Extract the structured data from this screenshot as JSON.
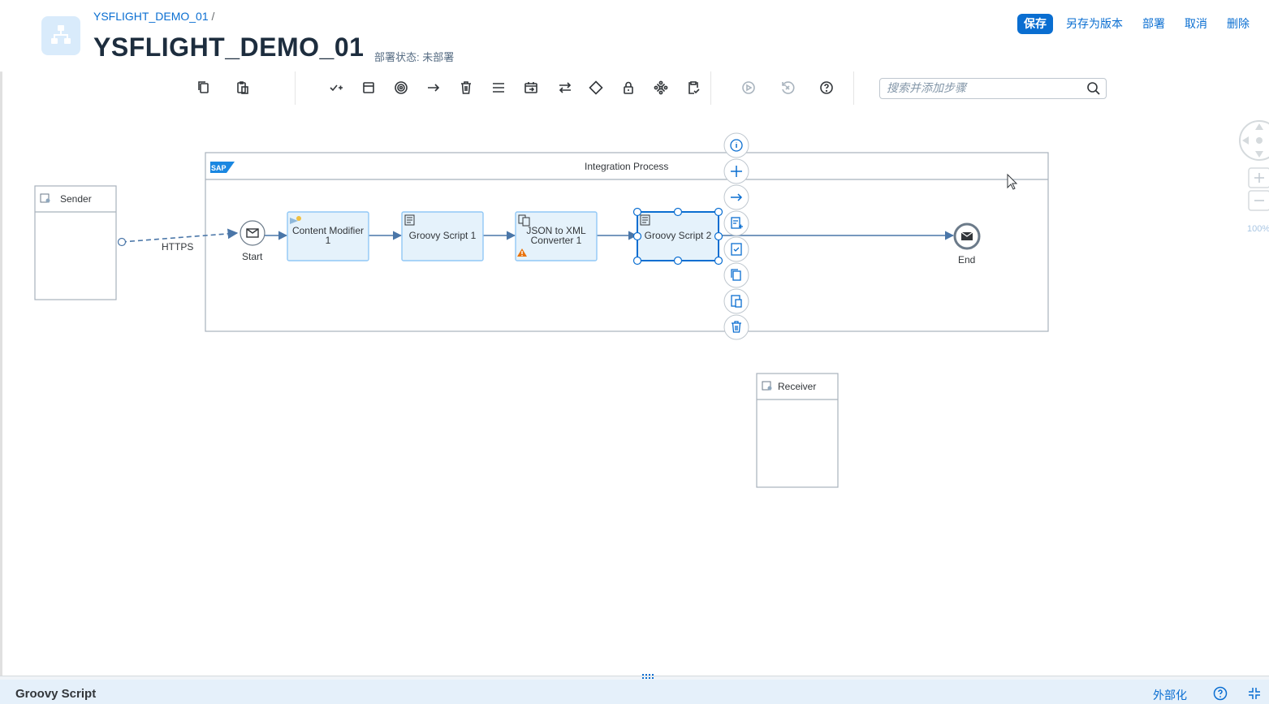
{
  "header": {
    "breadcrumb": "YSFLIGHT_DEMO_01",
    "breadcrumb_sep": "/",
    "title": "YSFLIGHT_DEMO_01",
    "deploy_status": "部署状态: 未部署",
    "buttons": {
      "save": "保存",
      "save_as_version": "另存为版本",
      "deploy": "部署",
      "cancel": "取消",
      "delete": "删除"
    }
  },
  "toolbar": {
    "search_placeholder": "搜索并添加步骤",
    "icons": [
      "copy-icon",
      "paste-icon",
      "validate-icon",
      "participant-icon",
      "events-icon",
      "connector-icon",
      "delete-icon",
      "menu-icon",
      "call-icon",
      "routing-icon",
      "diamond-icon",
      "lock-icon",
      "mapping-icon",
      "clipboard-check-icon",
      "run-icon",
      "restore-icon",
      "help-icon"
    ]
  },
  "diagram": {
    "pool_label": "Integration Process",
    "sap_logo": "SAP",
    "sender": "Sender",
    "receiver": "Receiver",
    "connection_label": "HTTPS",
    "start": "Start",
    "end": "End",
    "steps": [
      {
        "line1": "Content Modifier",
        "line2": "1"
      },
      {
        "line1": "Groovy Script 1",
        "line2": ""
      },
      {
        "line1": "JSON to XML",
        "line2": "Converter 1"
      },
      {
        "line1": "Groovy Script 2",
        "line2": ""
      }
    ],
    "zoom": "100%",
    "context_actions": [
      "info-icon",
      "add-icon",
      "connect-icon",
      "add-step-icon",
      "validate-icon",
      "copy-icon",
      "paste-icon",
      "delete-icon"
    ]
  },
  "bottom": {
    "title": "Groovy Script",
    "externalize": "外部化"
  },
  "colors": {
    "accent": "#0a6ed1",
    "step_fill": "#e5f2fb",
    "step_border": "#91c8f6",
    "warning": "#e9730c"
  }
}
